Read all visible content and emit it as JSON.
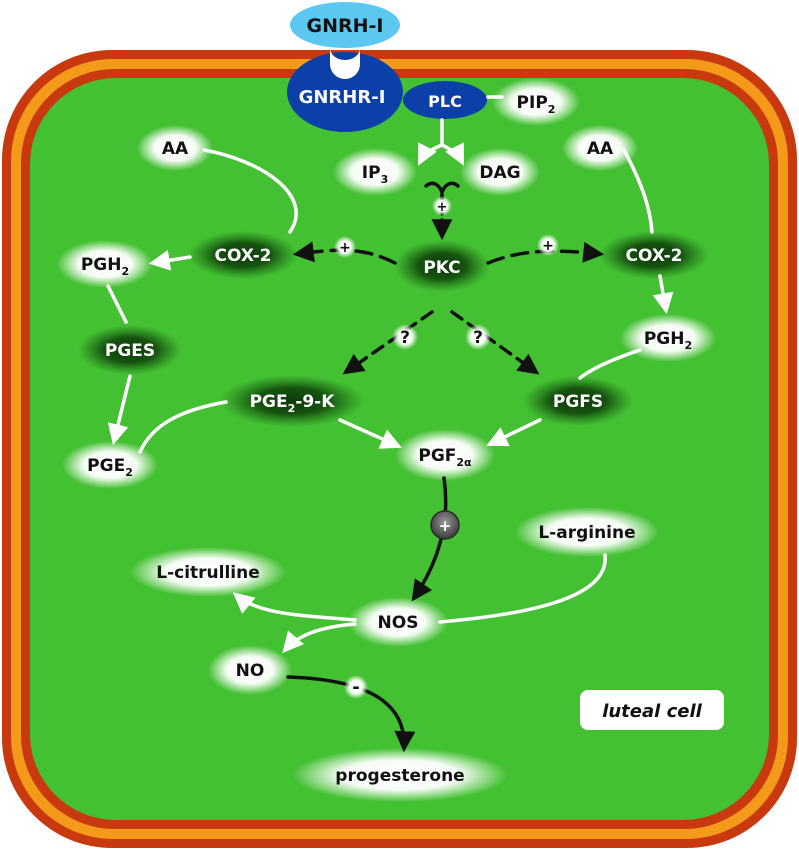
{
  "diagram": {
    "receptor": {
      "ligand": "GNRH-I",
      "receptor": "GNRHR-I",
      "plc": "PLC"
    },
    "nodes": {
      "pip2": {
        "base": "PIP",
        "sub": "2"
      },
      "ip3": {
        "base": "IP",
        "sub": "3"
      },
      "dag": "DAG",
      "aa_left": "AA",
      "aa_right": "AA",
      "cox2_left": "COX-2",
      "cox2_right": "COX-2",
      "pkc": "PKC",
      "pgh2_left": {
        "base": "PGH",
        "sub": "2"
      },
      "pgh2_right": {
        "base": "PGH",
        "sub": "2"
      },
      "pges": "PGES",
      "pge2_9k": {
        "base": "PGE",
        "sub": "2",
        "tail": "-9-K"
      },
      "pgfs": "PGFS",
      "pge2": {
        "base": "PGE",
        "sub": "2"
      },
      "pgf2a": {
        "base": "PGF",
        "sub": "2α"
      },
      "l_arginine": "L-arginine",
      "l_citrulline": "L-citrulline",
      "nos": "NOS",
      "no": "NO",
      "progesterone": "progesterone"
    },
    "signs": {
      "plus": "+",
      "question": "?",
      "minus": "-"
    },
    "cell_label": "luteal cell",
    "colors": {
      "cell_green": "#44c033",
      "membrane_dark": "#c9390f",
      "membrane_orange": "#f39a1a",
      "receptor_blue": "#0c3fa8",
      "ligand_blue": "#5cc8f2",
      "arrow_black": "#111111",
      "arrow_white": "#ffffff",
      "plus_badge": "#555555"
    }
  }
}
